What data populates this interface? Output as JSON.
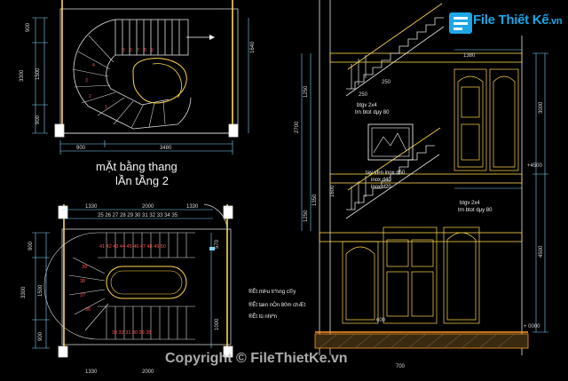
{
  "watermark": {
    "brand": "File Thiết Kế",
    "brand_suffix": ".vn",
    "copyright": "Copyright © FileThietKe.vn"
  },
  "plan_top": {
    "title_line1": "mẶt bằng thang",
    "title_line2": "lẦn tẦng 2",
    "dims_left": [
      "900",
      "3300",
      "1500",
      "900"
    ],
    "dim_bottom_a": "900",
    "dim_bottom_b": "3480",
    "dim_right": "1640"
  },
  "plan_bottom": {
    "top_dims": [
      "1330",
      "2000",
      "1330"
    ],
    "step_numbers_top": "25 26 27 28 29 30 31 32 33 34 35",
    "step_numbers_mid": "41 42 43 44 45 46 47 48 49 50",
    "step_numbers_left": [
      "39",
      "38",
      "37",
      "36"
    ],
    "step_numbers_bottom": "33 32 31 30 29 28",
    "dims_left": [
      "900",
      "3300",
      "1500",
      "900"
    ],
    "dims_right": [
      "570",
      "1000"
    ],
    "bottom_dims": [
      "1330",
      "2000"
    ]
  },
  "section": {
    "right_dims": [
      "1380",
      "3000",
      "4500"
    ],
    "levels": [
      "+4500",
      "+ 0000"
    ],
    "notes_top": [
      "btgv 2x4",
      "trn btot dµy 80"
    ],
    "notes_mid": [
      "tay vÞn inox d50",
      "inox d40",
      "inox d20"
    ],
    "notes_right": [
      "btgv 2x4",
      "trn btot dµy 80"
    ],
    "dim_labels": [
      "250",
      "250",
      "1250",
      "2700",
      "1250",
      "1350",
      "1600",
      "600",
      "700"
    ]
  },
  "legend": {
    "items": [
      "®Êt mÞu tr¾ng c©y",
      "®Êt tæn nÒn 80m chÆt",
      "®Êt tù nhiªn"
    ]
  }
}
